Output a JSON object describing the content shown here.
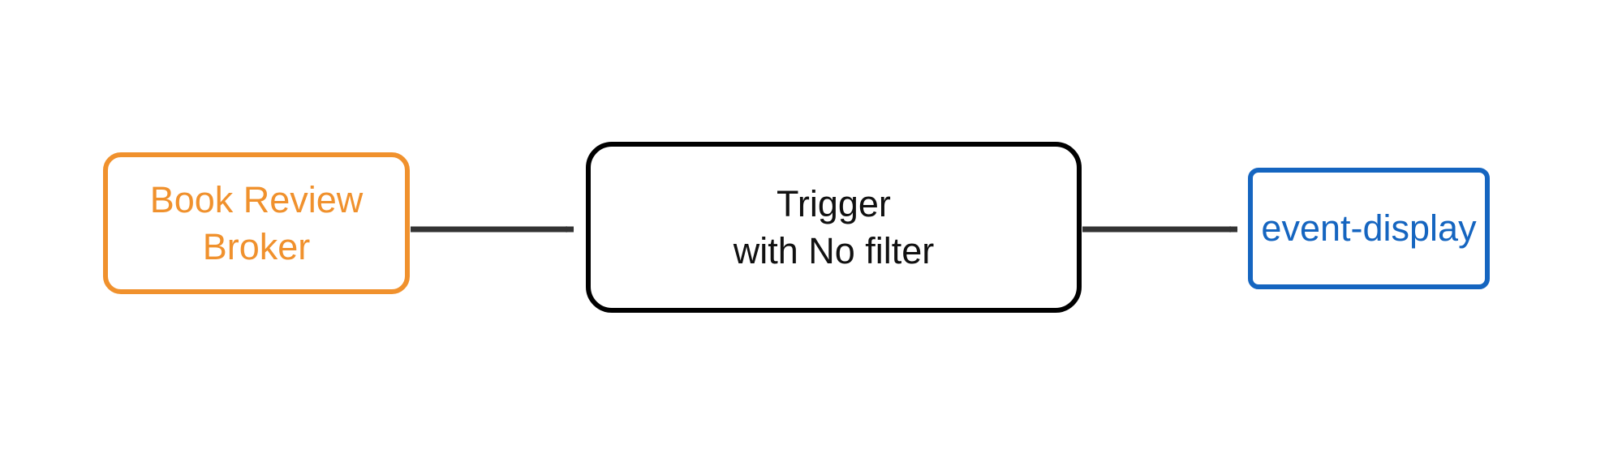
{
  "diagram": {
    "type": "flow-diagram",
    "orientation": "left-to-right",
    "background_color": "#ffffff",
    "nodes": [
      {
        "id": "source",
        "label": "Book Review\nBroker",
        "shape": "rounded-rectangle",
        "border_color": "#F0912D",
        "text_color": "#F0912D",
        "fill_color": "#ffffff"
      },
      {
        "id": "trigger",
        "label": "Trigger\nwith No filter",
        "shape": "rounded-rectangle",
        "border_color": "#000000",
        "text_color": "#111111",
        "fill_color": "#ffffff"
      },
      {
        "id": "sink",
        "label": "event-display",
        "shape": "rounded-rectangle",
        "border_color": "#1565C0",
        "text_color": "#1565C0",
        "fill_color": "#ffffff"
      }
    ],
    "edges": [
      {
        "id": "edge-source-trigger",
        "from": "source",
        "to": "trigger",
        "label": "",
        "color": "#333333",
        "arrowhead": "filled-concave"
      },
      {
        "id": "edge-trigger-sink",
        "from": "trigger",
        "to": "sink",
        "label": "",
        "color": "#333333",
        "arrowhead": "filled-concave"
      }
    ]
  }
}
